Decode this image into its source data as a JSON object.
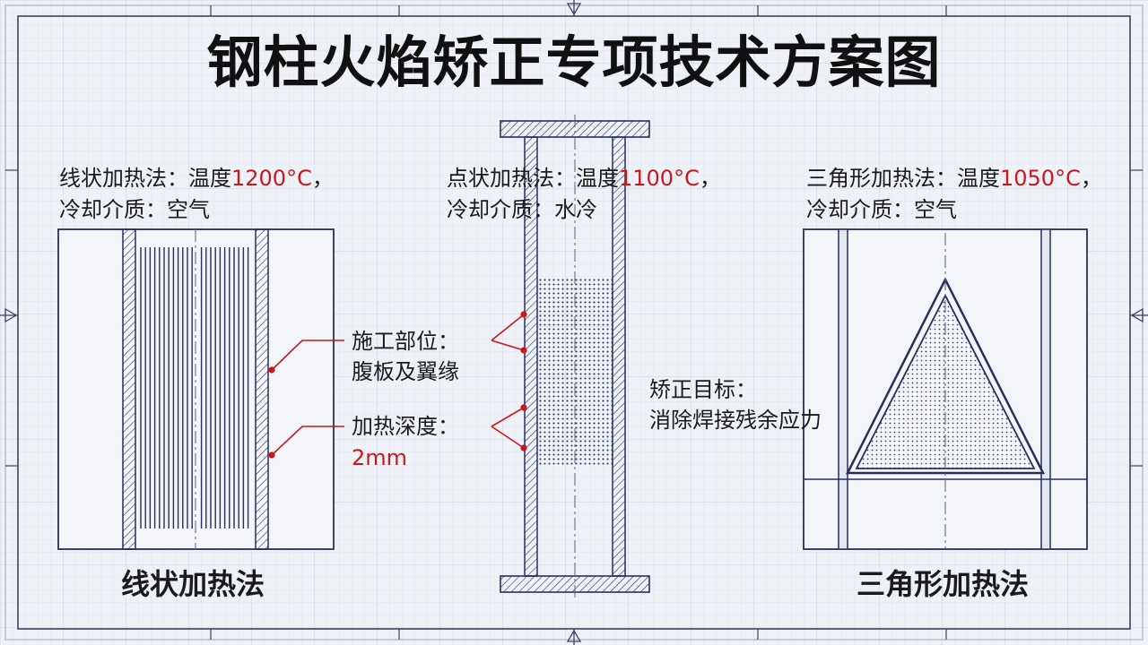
{
  "title": "钢柱火焰矫正专项技术方案图",
  "left": {
    "method_prefix": "线状加热法：温度",
    "temperature": "1200°C",
    "punct": "，",
    "cooling": "冷却介质：空气",
    "bottom_label": "线状加热法"
  },
  "center": {
    "method_prefix": "点状加热法：温度",
    "temperature": "1100°C",
    "punct": "，",
    "cooling": "冷却介质：水冷"
  },
  "right": {
    "method_prefix": "三角形加热法：温度",
    "temperature": "1050°C",
    "punct": "，",
    "cooling": "冷却介质：空气",
    "bottom_label": "三角形加热法"
  },
  "callouts": {
    "location_title": "施工部位：",
    "location_value": "腹板及翼缘",
    "depth_title": "加热深度：",
    "depth_value": "2mm",
    "target_title": "矫正目标：",
    "target_value": "消除焊接残余应力"
  },
  "colors": {
    "line": "#26305a",
    "accent_red": "#c8181e",
    "grid": "#d7dce6",
    "background": "#eef1f6"
  }
}
